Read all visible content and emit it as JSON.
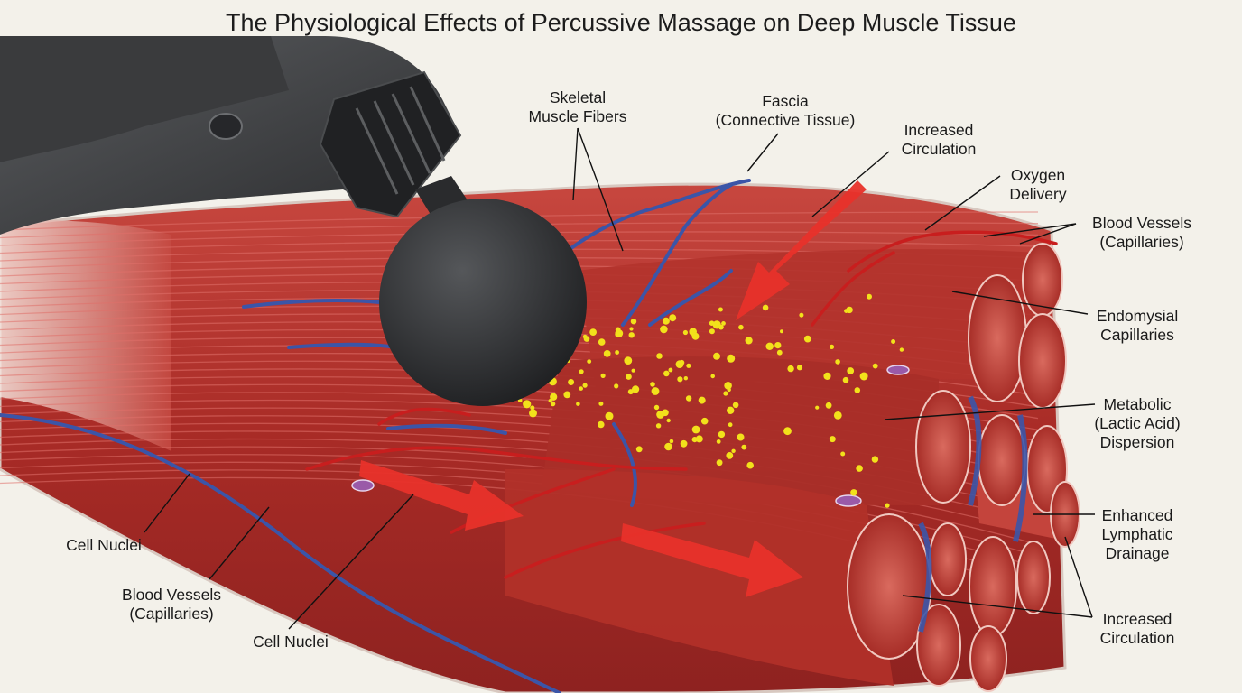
{
  "title": "The Physiological Effects of Percussive Massage on Deep Muscle Tissue",
  "labels": {
    "skeletal_muscle_fibers": "Skeletal\nMuscle Fibers",
    "fascia": "Fascia\n(Connective Tissue)",
    "increased_circulation_top": "Increased\nCirculation",
    "oxygen_delivery": "Oxygen\nDelivery",
    "blood_vessels_right": "Blood Vessels\n(Capillaries)",
    "endomysial_capillaries": "Endomysial\nCapillaries",
    "metabolic_dispersion": "Metabolic\n(Lactic Acid)\nDispersion",
    "enhanced_lymphatic_drainage": "Enhanced\nLymphatic\nDrainage",
    "increased_circulation_bottom": "Increased\nCirculation",
    "cell_nuclei_left": "Cell Nuclei",
    "blood_vessels_left": "Blood Vessels\n(Capillaries)",
    "cell_nuclei_center": "Cell Nuclei"
  },
  "colors": {
    "background": "#f3f1ea",
    "muscle": "#b8322c",
    "muscle_light": "#d5574c",
    "vein": "#3b55a8",
    "artery": "#c81e1e",
    "metabolite": "#f2e11b",
    "device": "#2e2f31",
    "arrow": "#e8322a"
  }
}
